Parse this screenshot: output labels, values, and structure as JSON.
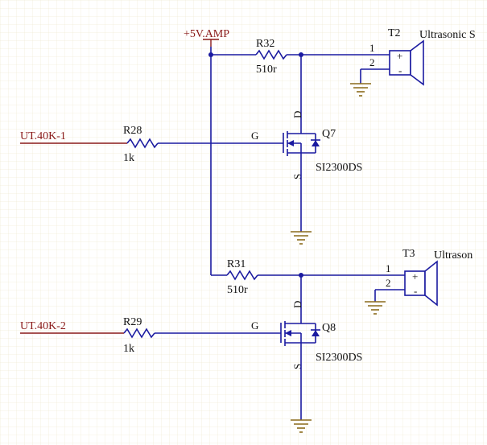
{
  "schematic": {
    "power_net": "+5V.AMP",
    "inputs": [
      "UT.40K-1",
      "UT.40K-2"
    ],
    "resistors": [
      {
        "ref": "R32",
        "value": "510r"
      },
      {
        "ref": "R28",
        "value": "1k"
      },
      {
        "ref": "R31",
        "value": "510r"
      },
      {
        "ref": "R29",
        "value": "1k"
      }
    ],
    "transistors": [
      {
        "ref": "Q7",
        "part": "SI2300DS"
      },
      {
        "ref": "Q8",
        "part": "SI2300DS"
      }
    ],
    "pin_labels": {
      "gate": "G",
      "drain": "D",
      "source": "S",
      "plus": "+",
      "minus": "-"
    },
    "transducers": [
      {
        "ref": "T2",
        "name": "Ultrasonic S",
        "pin1": "1",
        "pin2": "2"
      },
      {
        "ref": "T3",
        "name": "Ultrason",
        "pin1": "1",
        "pin2": "2"
      }
    ],
    "colors": {
      "grid": "#f1ecd8",
      "wire": "#1a1aa0",
      "net_label": "#8a1a1a",
      "ground": "#8a6a1a"
    }
  }
}
